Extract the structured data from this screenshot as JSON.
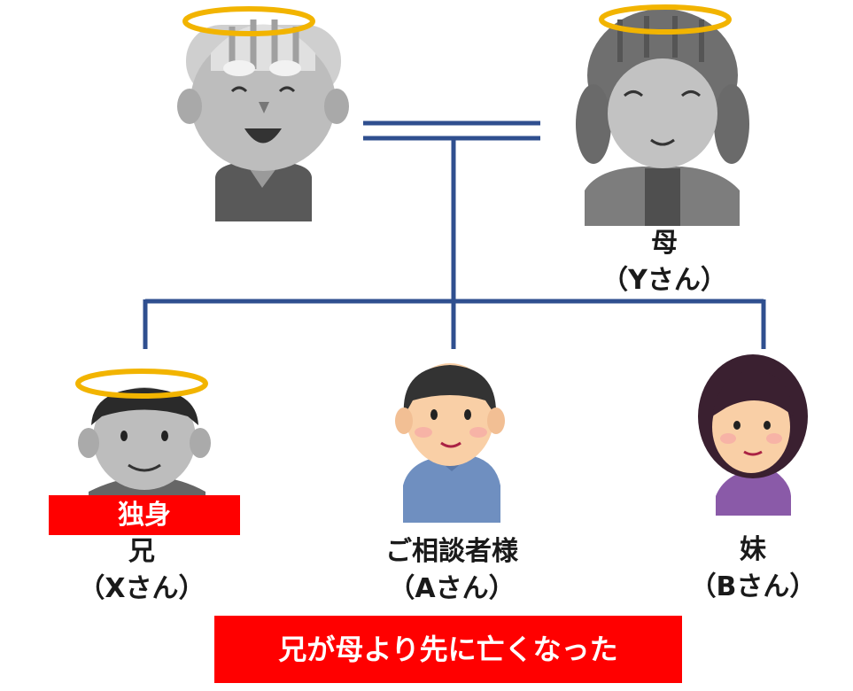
{
  "family": {
    "mother": {
      "role": "母",
      "name": "（Yさん）",
      "deceased": true
    },
    "father": {
      "deceased": true
    },
    "brother": {
      "role": "兄",
      "name": "（Xさん）",
      "tag": "独身",
      "deceased": true
    },
    "client": {
      "role": "ご相談者様",
      "name": "（Aさん）"
    },
    "sister": {
      "role": "妹",
      "name": "（Bさん）"
    }
  },
  "caption": "兄が母より先に亡くなった",
  "colors": {
    "line": "#2f4f8f",
    "halo": "#f2b400",
    "red": "#ff0000",
    "shirt_blue": "#6f8fc0",
    "shirt_purple": "#8a5aa8"
  }
}
